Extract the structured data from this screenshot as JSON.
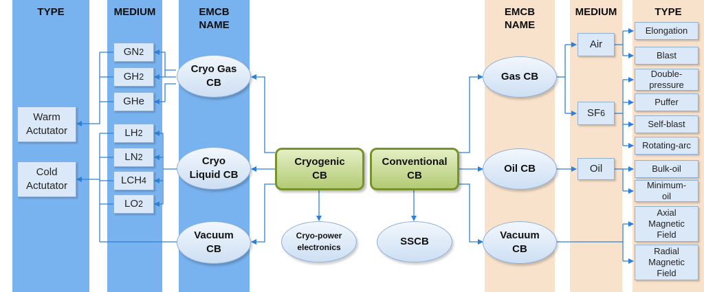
{
  "left_headers": {
    "type": "TYPE",
    "medium": "MEDIUM",
    "emcb_name": "EMCB\nNAME"
  },
  "right_headers": {
    "emcb_name": "EMCB\nNAME",
    "medium": "MEDIUM",
    "type": "TYPE"
  },
  "left_types": [
    "Warm\nActutator",
    "Cold\nActutator"
  ],
  "left_media": {
    "gas": [
      {
        "base": "GN",
        "sub": "2"
      },
      {
        "base": "GH",
        "sub": "2"
      },
      {
        "base": "GHe",
        "sub": ""
      }
    ],
    "liquid": [
      {
        "base": "LH",
        "sub": "2"
      },
      {
        "base": "LN",
        "sub": "2"
      },
      {
        "base": "LCH",
        "sub": "4"
      },
      {
        "base": "LO",
        "sub": "2"
      }
    ]
  },
  "left_cb": [
    "Cryo Gas\nCB",
    "Cryo\nLiquid CB",
    "Vacuum\nCB"
  ],
  "center": {
    "cryogenic": "Cryogenic\nCB",
    "conventional": "Conventional\nCB",
    "cryo_power": "Cryo-power\nelectronics",
    "sscb": "SSCB"
  },
  "right_cb": [
    "Gas CB",
    "Oil CB",
    "Vacuum\nCB"
  ],
  "right_media": {
    "air": {
      "base": "Air",
      "sub": ""
    },
    "sf6": {
      "base": "SF",
      "sub": "6"
    },
    "oil": {
      "base": "Oil",
      "sub": ""
    }
  },
  "right_types": {
    "air": [
      "Elongation",
      "Blast"
    ],
    "sf6": [
      "Double-\npressure",
      "Puffer",
      "Self-blast",
      "Rotating-arc"
    ],
    "oil": [
      "Bulk-oil",
      "Minimum-\noil"
    ],
    "vacuum": [
      "Axial\nMagnetic\nField",
      "Radial\nMagnetic\nField"
    ]
  },
  "colors": {
    "left_column": "#78b2ef",
    "right_column": "#f8e2cc",
    "connector": "#2e7fd8",
    "node_fill": "#dbe8f7",
    "center_box": "#b3cb74"
  }
}
